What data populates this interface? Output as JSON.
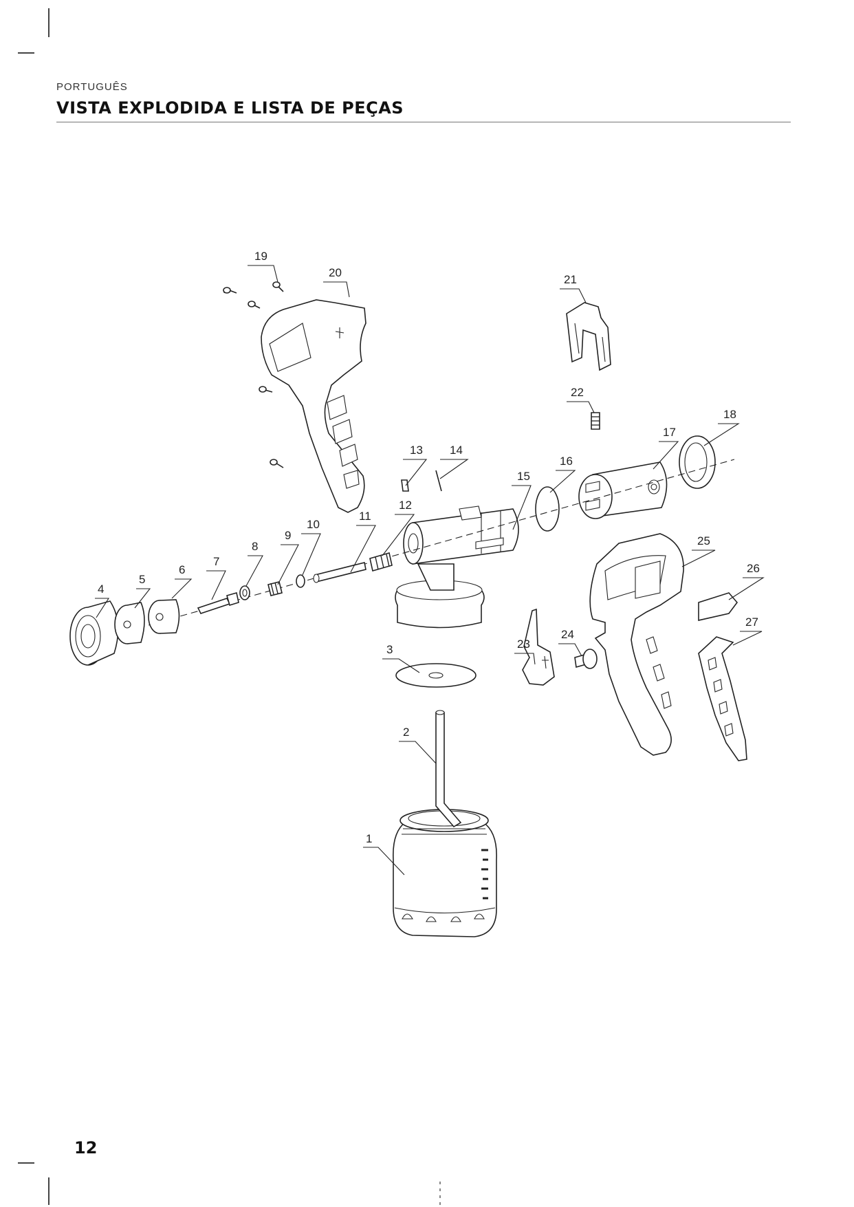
{
  "header": {
    "language": "PORTUGUÊS",
    "title": "VISTA EXPLODIDA E LISTA DE PEÇAS"
  },
  "footer": {
    "page_number": "12"
  },
  "diagram": {
    "callouts": [
      "1",
      "2",
      "3",
      "4",
      "5",
      "6",
      "7",
      "8",
      "9",
      "10",
      "11",
      "12",
      "13",
      "14",
      "15",
      "16",
      "17",
      "18",
      "19",
      "20",
      "21",
      "22",
      "23",
      "24",
      "25",
      "26",
      "27"
    ]
  }
}
